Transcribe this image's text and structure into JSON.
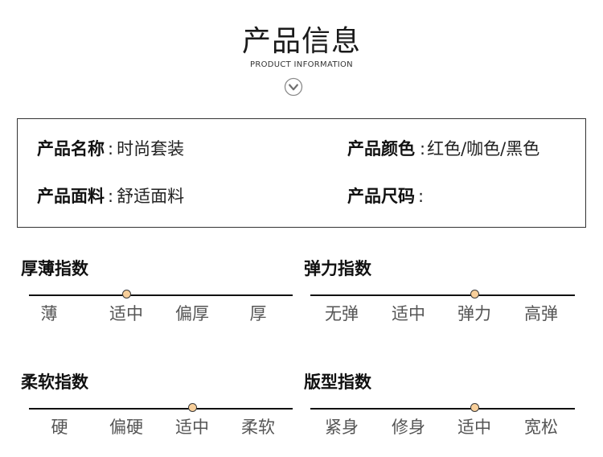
{
  "header": {
    "title_cn": "产品信息",
    "title_en": "PRODUCT INFORMATION",
    "chevron_icon": "chevron-down-circle-icon"
  },
  "info": {
    "name_label": "产品名称",
    "name_value": "时尚套装",
    "color_label": "产品颜色",
    "color_value": "红色/咖色/黑色",
    "fabric_label": "产品面料",
    "fabric_value": "舒适面料",
    "size_label": "产品尺码",
    "size_value": "",
    "separator": ":"
  },
  "scales": {
    "thickness": {
      "title": "厚薄指数",
      "options": [
        "薄",
        "适中",
        "偏厚",
        "厚"
      ],
      "selected_index": 1
    },
    "elasticity": {
      "title": "弹力指数",
      "options": [
        "无弹",
        "适中",
        "弹力",
        "高弹"
      ],
      "selected_index": 2
    },
    "softness": {
      "title": "柔软指数",
      "options": [
        "硬",
        "偏硬",
        "适中",
        "柔软"
      ],
      "selected_index": 2
    },
    "fit": {
      "title": "版型指数",
      "options": [
        "紧身",
        "修身",
        "适中",
        "宽松"
      ],
      "selected_index": 2
    }
  },
  "colors": {
    "knob_fill": "#f8cf9a",
    "line": "#111111",
    "label": "#555555"
  }
}
